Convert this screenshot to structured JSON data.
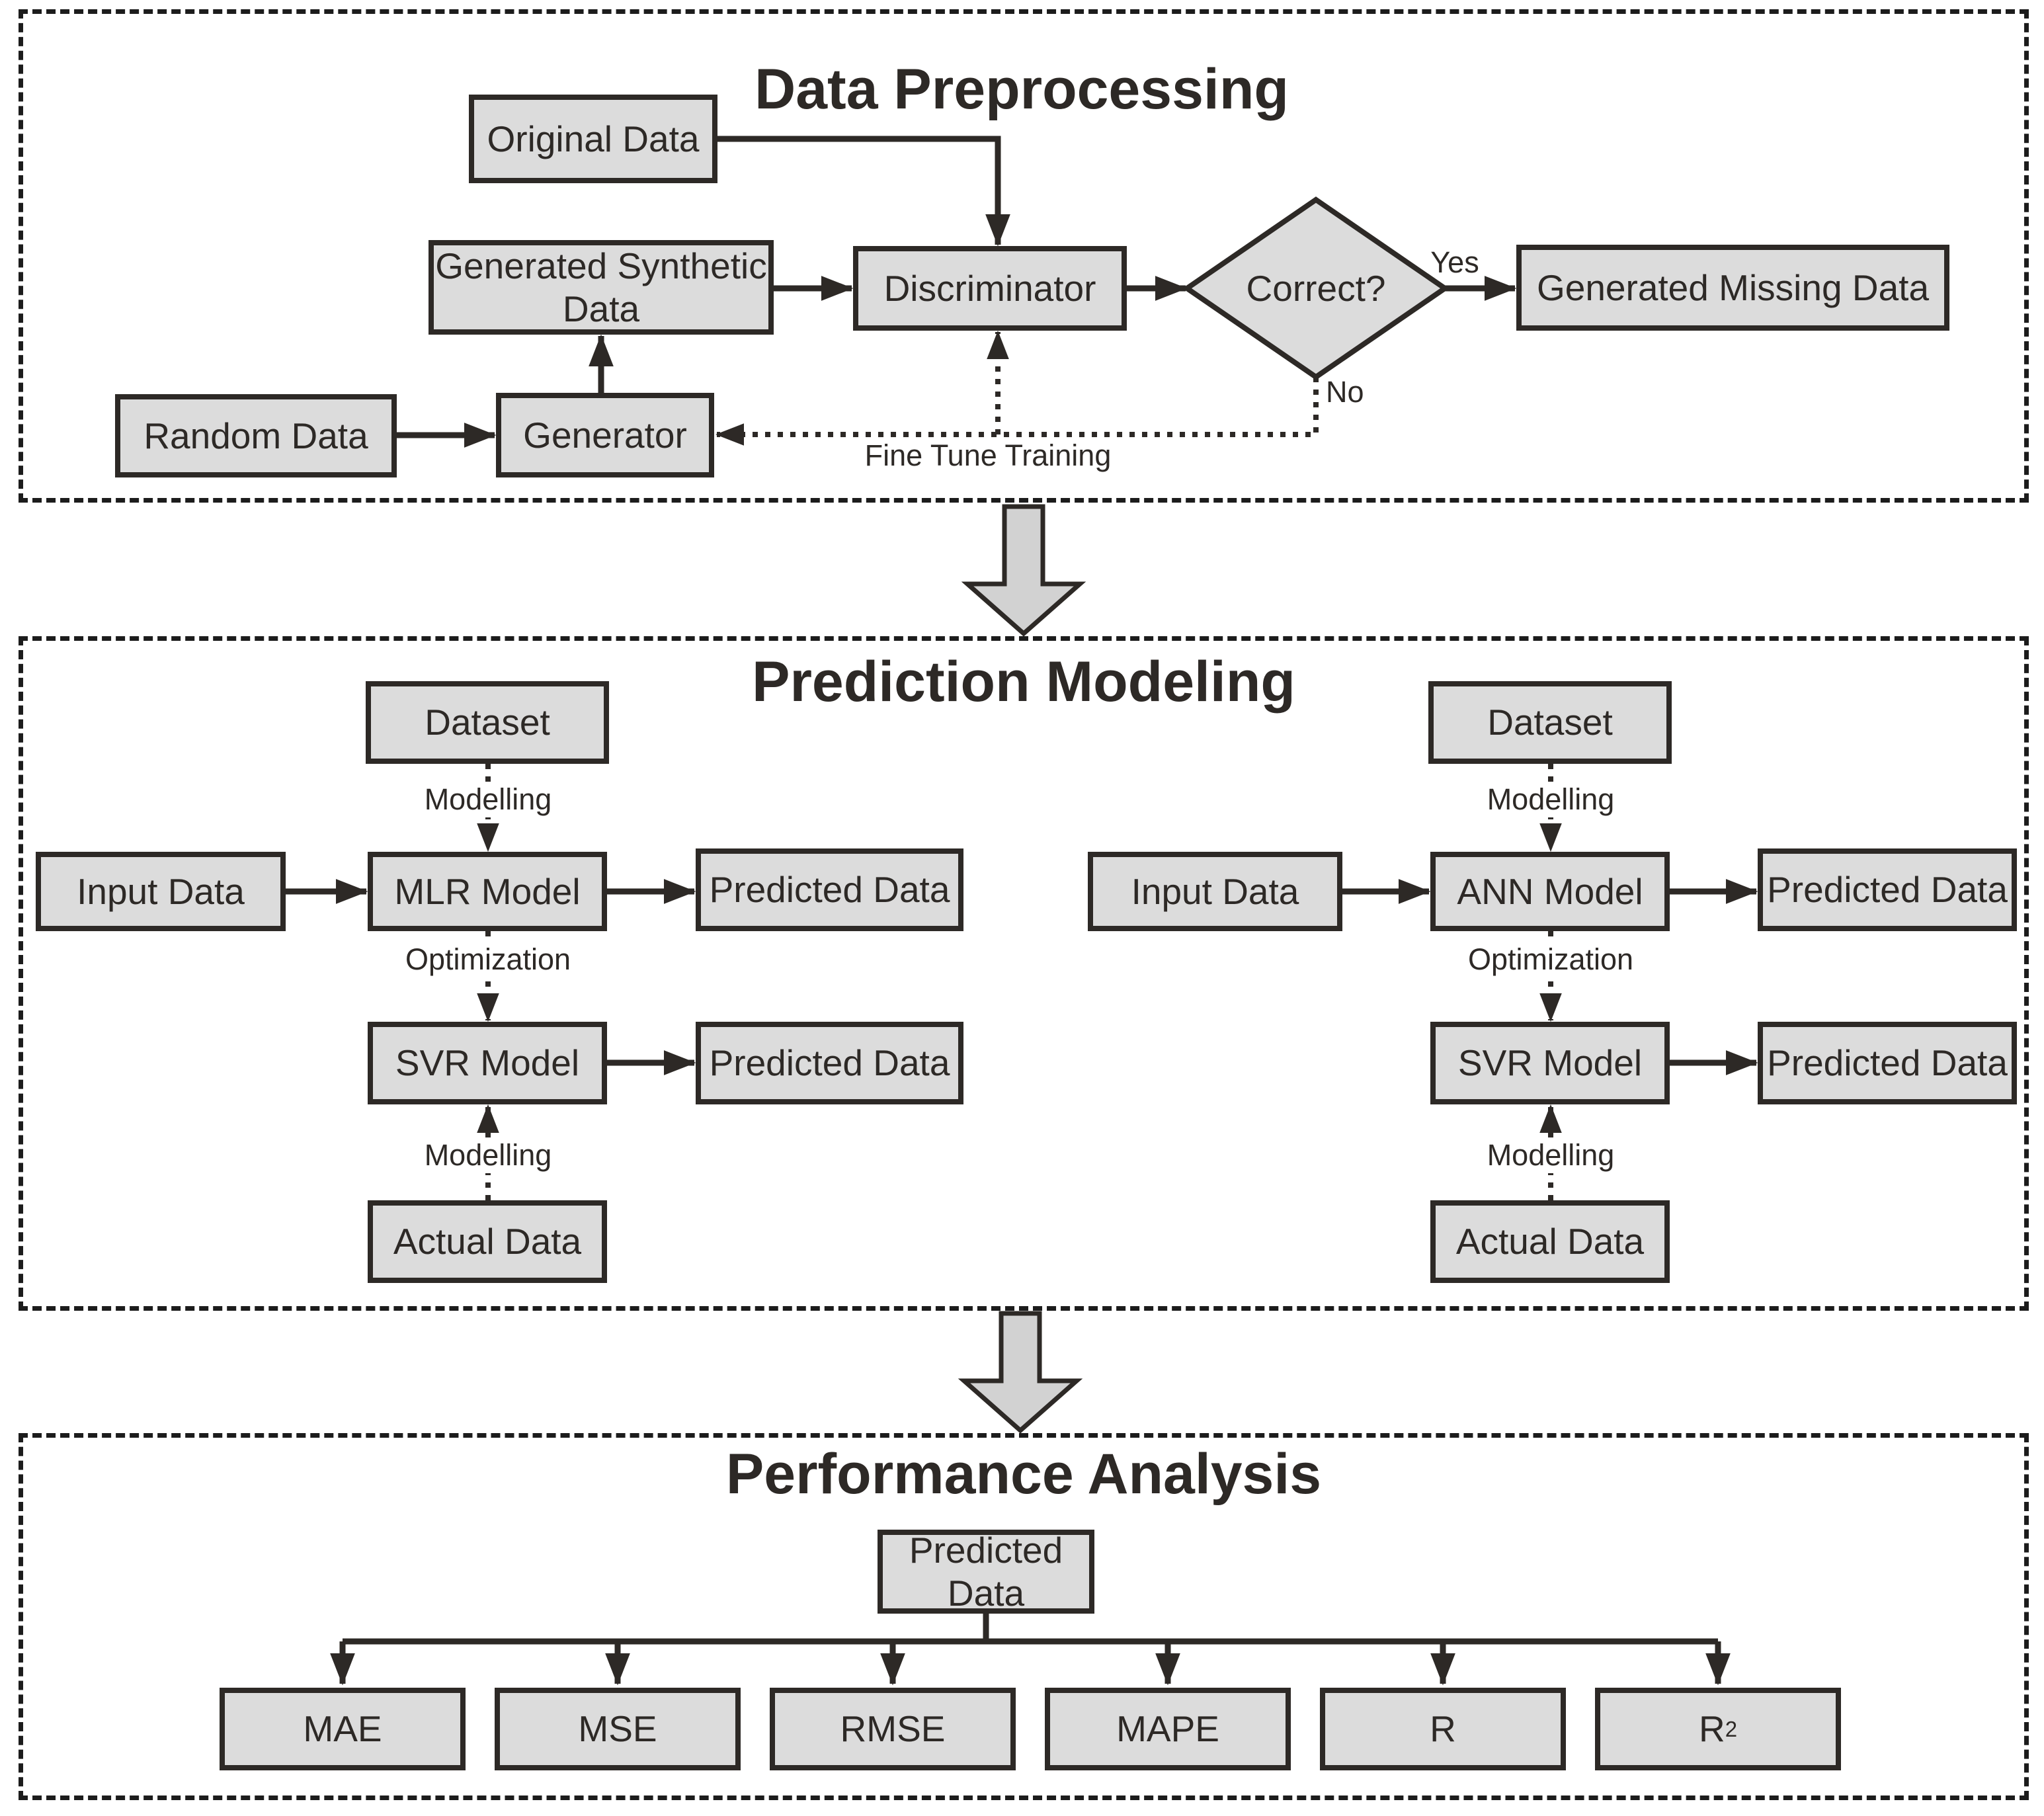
{
  "sections": {
    "preprocessing": {
      "title": "Data Preprocessing",
      "nodes": {
        "original_data": "Original Data",
        "generated_synthetic_data": "Generated Synthetic\nData",
        "discriminator": "Discriminator",
        "decision": "Correct?",
        "generated_missing_data": "Generated Missing Data",
        "random_data": "Random Data",
        "generator": "Generator"
      },
      "edge_labels": {
        "yes": "Yes",
        "no": "No",
        "fine_tune": "Fine Tune Training"
      }
    },
    "prediction": {
      "title": "Prediction Modeling",
      "mlr_flow": {
        "dataset": "Dataset",
        "modelling_top": "Modelling",
        "input_data": "Input Data",
        "model": "MLR Model",
        "predicted_1": "Predicted Data",
        "optimization": "Optimization",
        "svr_model": "SVR Model",
        "predicted_2": "Predicted Data",
        "modelling_bottom": "Modelling",
        "actual_data": "Actual Data"
      },
      "ann_flow": {
        "dataset": "Dataset",
        "modelling_top": "Modelling",
        "input_data": "Input Data",
        "model": "ANN Model",
        "predicted_1": "Predicted Data",
        "optimization": "Optimization",
        "svr_model": "SVR Model",
        "predicted_2": "Predicted Data",
        "modelling_bottom": "Modelling",
        "actual_data": "Actual Data"
      }
    },
    "performance": {
      "title": "Performance Analysis",
      "predicted_data": "Predicted Data",
      "metrics": [
        {
          "label": "MAE",
          "sup": ""
        },
        {
          "label": "MSE",
          "sup": ""
        },
        {
          "label": "RMSE",
          "sup": ""
        },
        {
          "label": "MAPE",
          "sup": ""
        },
        {
          "label": "R",
          "sup": ""
        },
        {
          "label": "R",
          "sup": "2"
        }
      ]
    }
  },
  "colors": {
    "box_fill": "#dcdcdc",
    "outline": "#2d2926",
    "block_arrow_fill": "#d2d2d2",
    "background": "#ffffff"
  }
}
